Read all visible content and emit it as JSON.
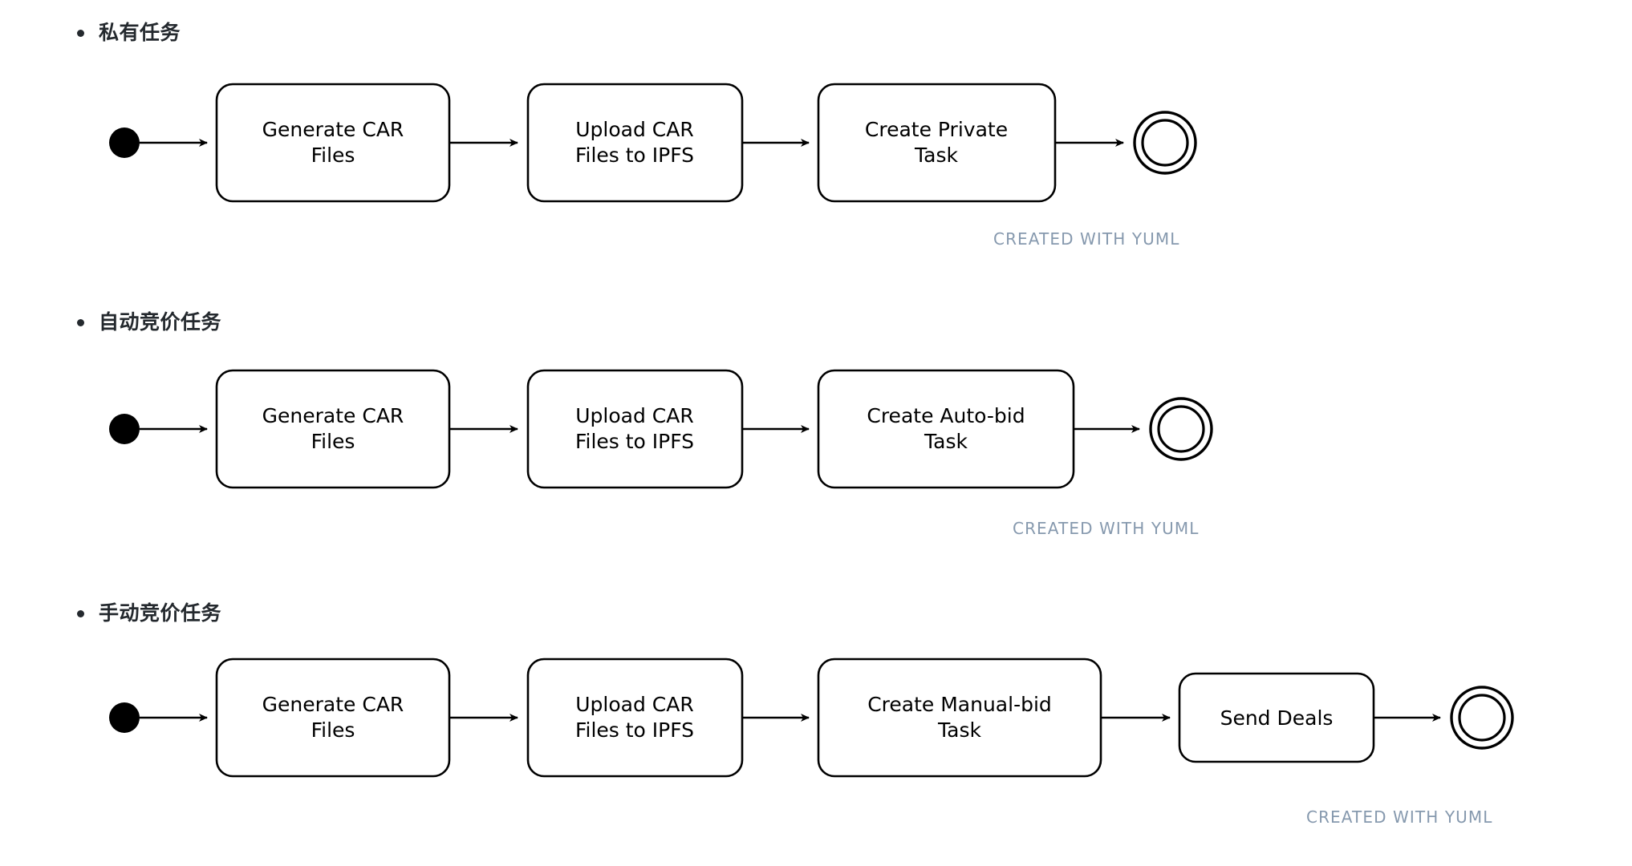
{
  "page": {
    "background_color": "#ffffff",
    "text_color": "#24292e",
    "stroke_color": "#000000",
    "watermark_color": "#8699ae"
  },
  "sections": [
    {
      "heading": "私有任务",
      "watermark": "CREATED WITH YUML",
      "diagram": {
        "type": "activity-flow",
        "start_node": "filled-circle",
        "end_node": "double-circle",
        "nodes": [
          {
            "lines": [
              "Generate CAR",
              "Files"
            ]
          },
          {
            "lines": [
              "Upload CAR",
              "Files to IPFS"
            ]
          },
          {
            "lines": [
              "Create Private",
              "Task"
            ]
          }
        ]
      }
    },
    {
      "heading": "自动竞价任务",
      "watermark": "CREATED WITH YUML",
      "diagram": {
        "type": "activity-flow",
        "start_node": "filled-circle",
        "end_node": "double-circle",
        "nodes": [
          {
            "lines": [
              "Generate CAR",
              "Files"
            ]
          },
          {
            "lines": [
              "Upload CAR",
              "Files to IPFS"
            ]
          },
          {
            "lines": [
              "Create Auto-bid",
              "Task"
            ]
          }
        ]
      }
    },
    {
      "heading": "手动竞价任务",
      "watermark": "CREATED WITH YUML",
      "diagram": {
        "type": "activity-flow",
        "start_node": "filled-circle",
        "end_node": "double-circle",
        "nodes": [
          {
            "lines": [
              "Generate CAR",
              "Files"
            ]
          },
          {
            "lines": [
              "Upload CAR",
              "Files to IPFS"
            ]
          },
          {
            "lines": [
              "Create Manual-bid",
              "Task"
            ]
          },
          {
            "lines": [
              "Send Deals"
            ]
          }
        ]
      }
    }
  ]
}
